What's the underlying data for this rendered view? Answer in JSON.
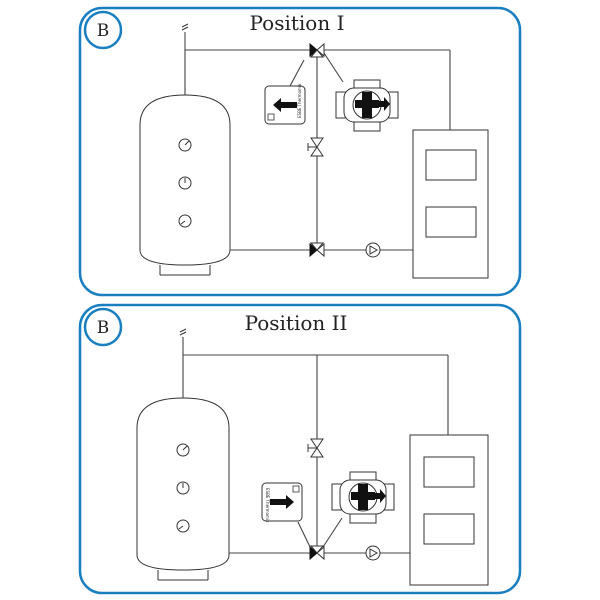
{
  "panels": [
    {
      "badge": "B",
      "title": "Position I",
      "actuator_label": "ESBE Thermomix"
    },
    {
      "badge": "B",
      "title": "Position II",
      "actuator_label": "ESBE Thermomix"
    }
  ],
  "colors": {
    "frame": "#1a7fc0",
    "line": "#444444",
    "valve_fill": "#111111"
  },
  "icons": [
    "gauge-icon",
    "pump-icon",
    "three-way-valve-icon",
    "shutoff-valve-icon",
    "flow-arrow-icon"
  ]
}
